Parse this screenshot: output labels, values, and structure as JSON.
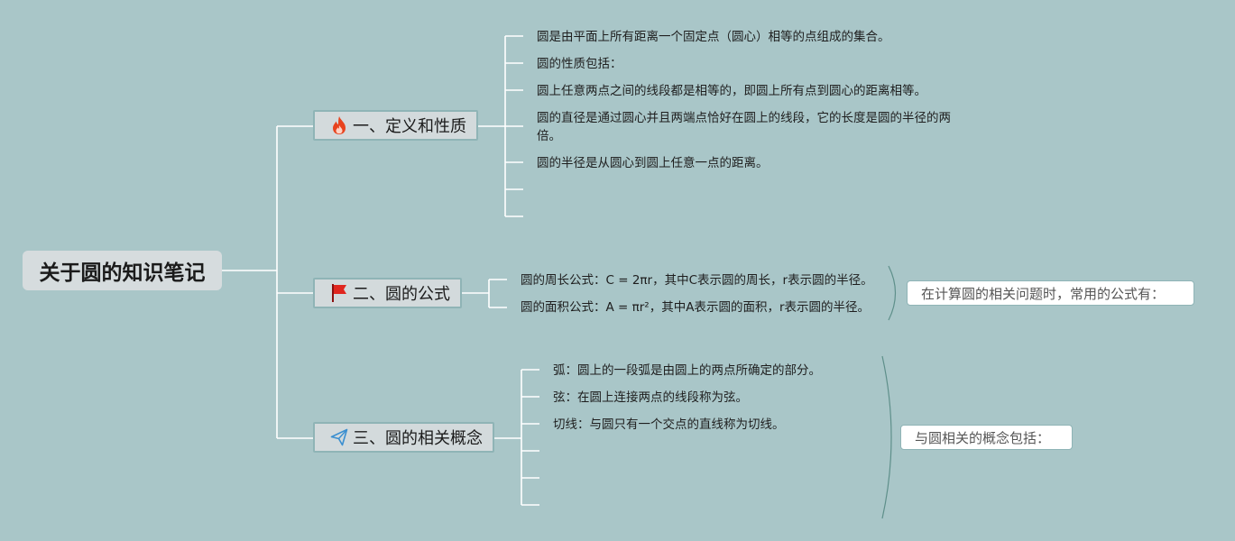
{
  "root": {
    "label": "关于圆的知识笔记"
  },
  "branches": [
    {
      "label": "一、定义和性质",
      "icon": "fire-icon",
      "leaves": [
        "圆是由平面上所有距离一个固定点（圆心）相等的点组成的集合。",
        "圆的性质包括：",
        "圆上任意两点之间的线段都是相等的，即圆上所有点到圆心的距离相等。",
        "圆的直径是通过圆心并且两端点恰好在圆上的线段，它的长度是圆的半径的两倍。",
        "圆的半径是从圆心到圆上任意一点的距离。",
        "",
        ""
      ]
    },
    {
      "label": "二、圆的公式",
      "icon": "red-flag-icon",
      "leaves": [
        "圆的周长公式：C = 2πr，其中C表示圆的周长，r表示圆的半径。",
        "圆的面积公式：A = πr²，其中A表示圆的面积，r表示圆的半径。"
      ],
      "summary": "在计算圆的相关问题时，常用的公式有："
    },
    {
      "label": "三、圆的相关概念",
      "icon": "paper-plane-icon",
      "leaves": [
        "弧：圆上的一段弧是由圆上的两点所确定的部分。",
        "弦：在圆上连接两点的线段称为弦。",
        "切线：与圆只有一个交点的直线称为切线。",
        "",
        "",
        ""
      ],
      "summary": "与圆相关的概念包括："
    }
  ],
  "colors": {
    "background": "#a9c6c8",
    "connector": "#ffffff",
    "brace": "#5e8f8a",
    "fire": "#e8431e",
    "flag": "#e0261f",
    "plane": "#3a8fd0"
  }
}
